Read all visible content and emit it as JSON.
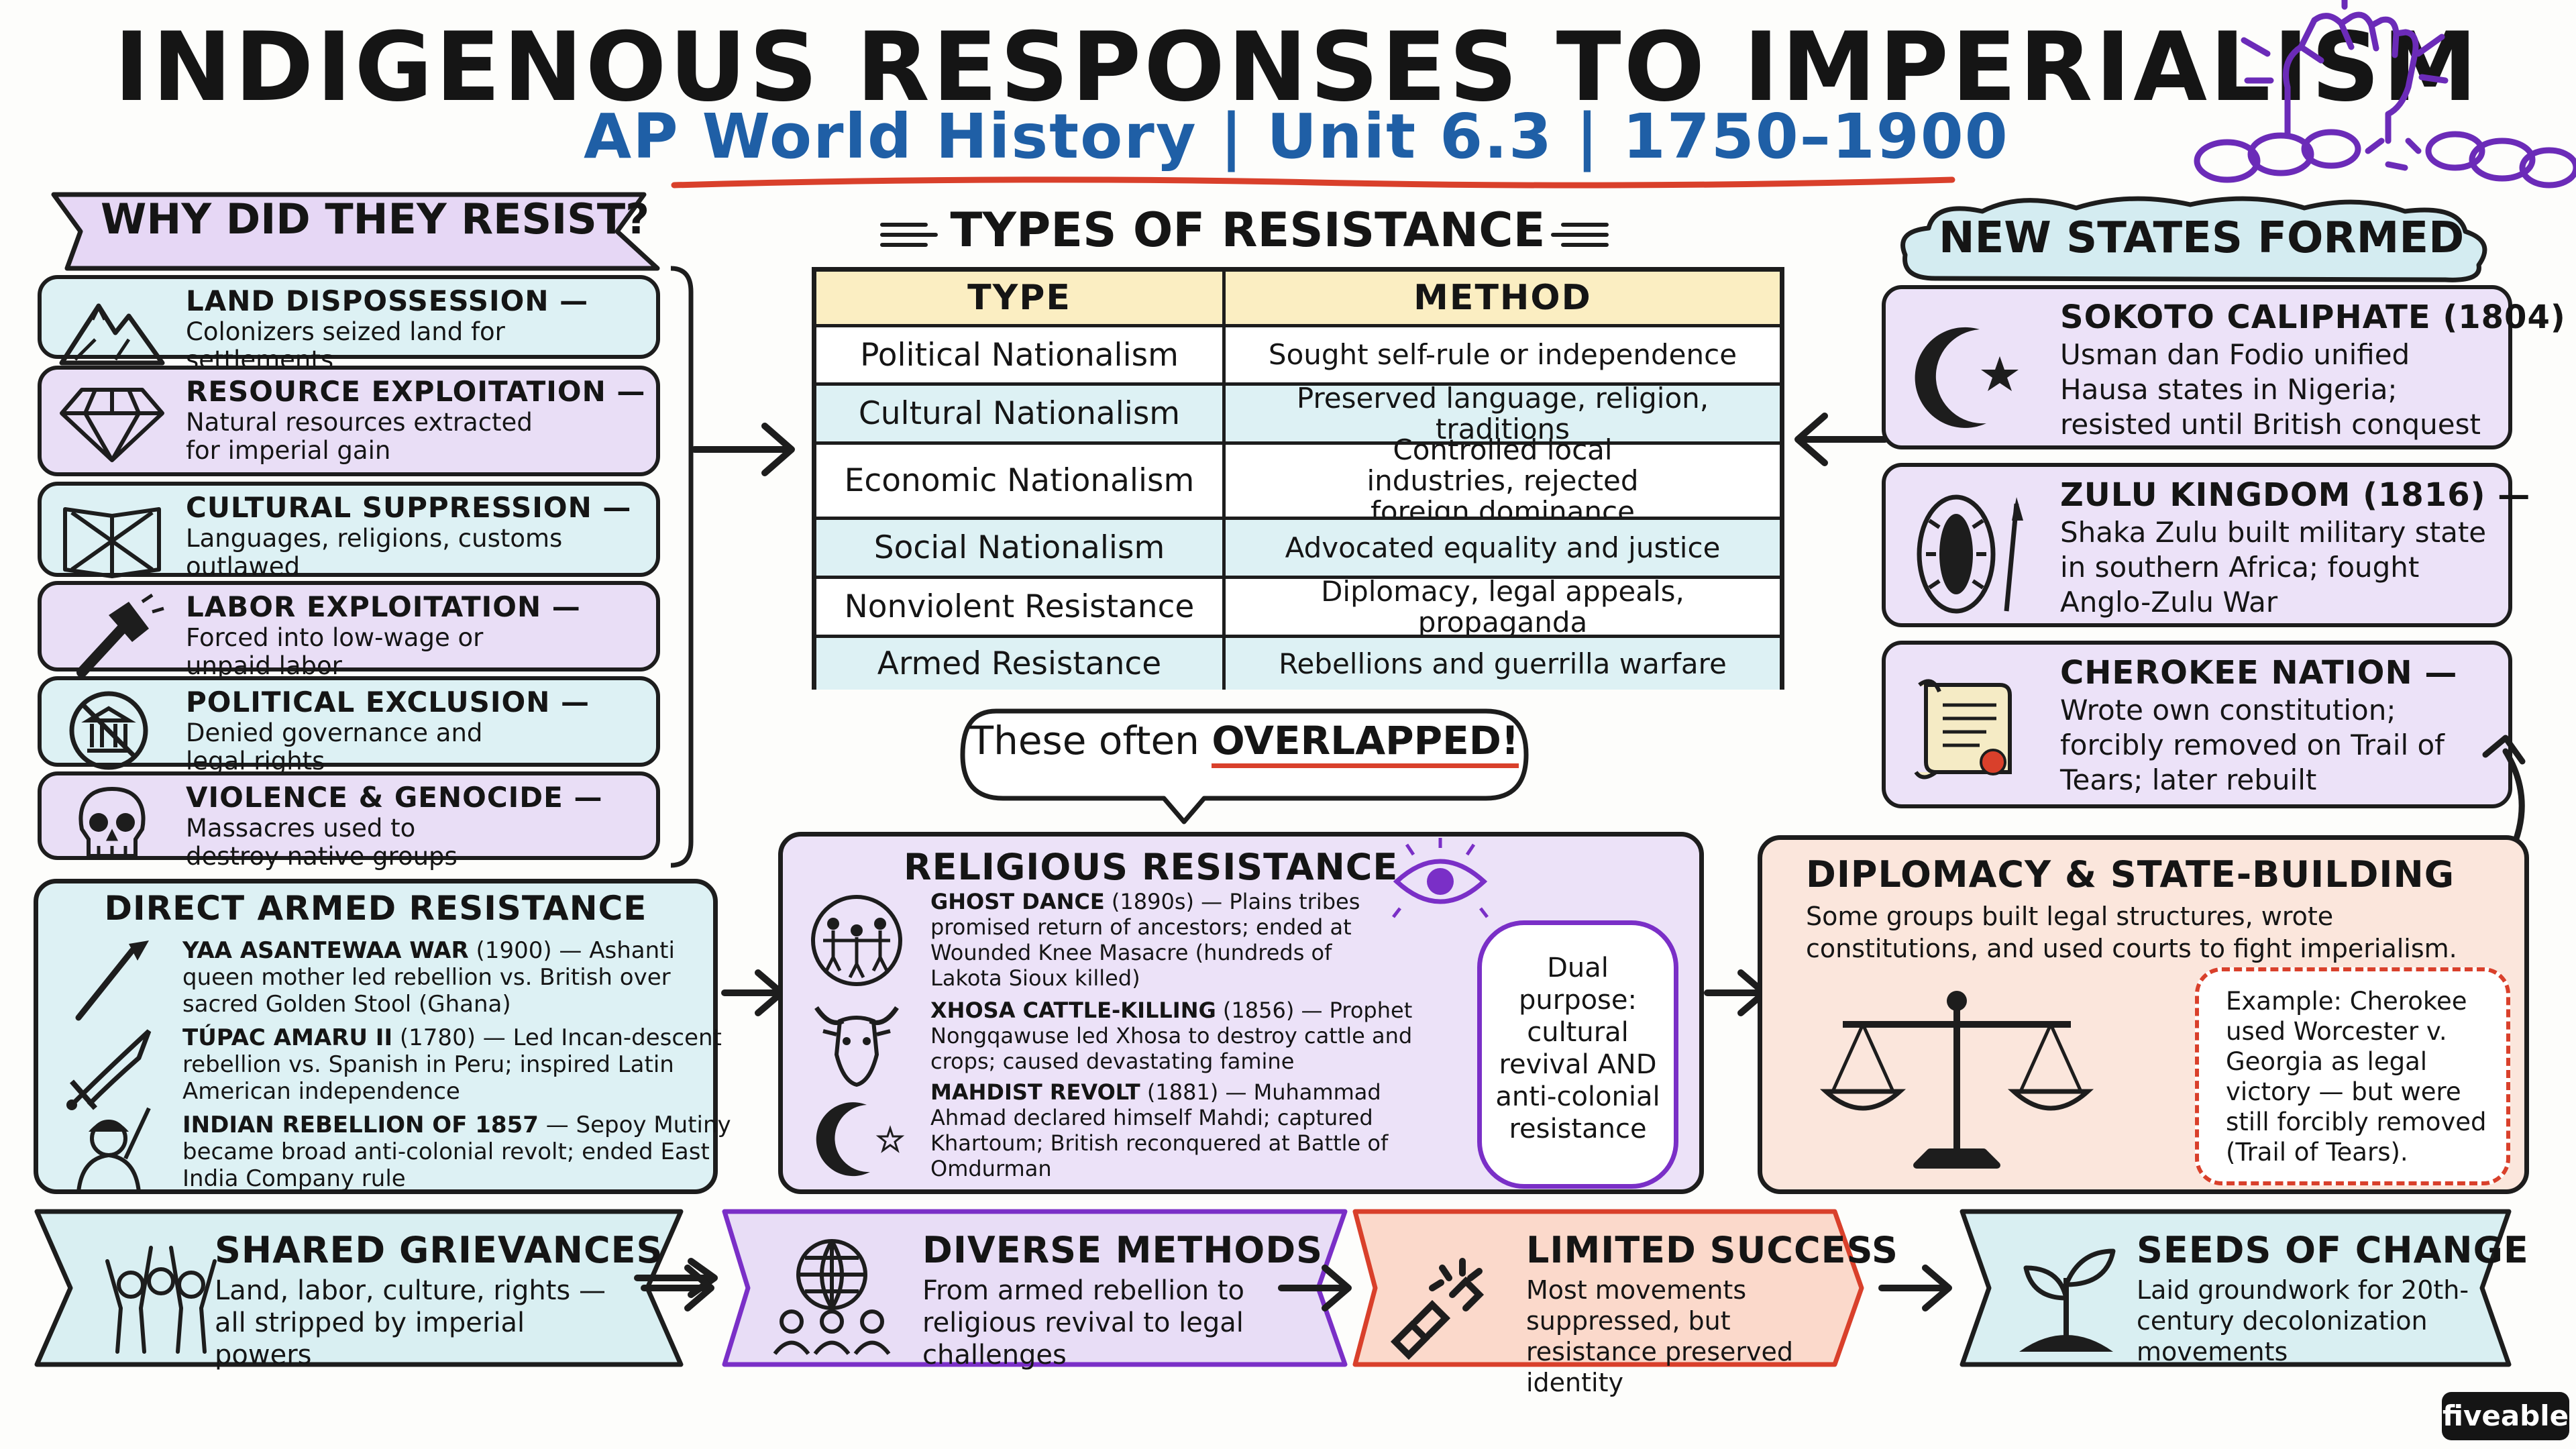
{
  "title": "INDIGENOUS RESPONSES TO IMPERIALISM",
  "subtitle": "AP World History | Unit 6.3 | 1750–1900",
  "why": {
    "heading": "WHY DID THEY RESIST?",
    "items": [
      {
        "title": "LAND DISPOSSESSION —",
        "desc": "Colonizers seized land for settlements",
        "icon": "mountain-icon"
      },
      {
        "title": "RESOURCE EXPLOITATION —",
        "desc": "Natural resources extracted for imperial gain",
        "icon": "diamond-icon"
      },
      {
        "title": "CULTURAL SUPPRESSION —",
        "desc": "Languages, religions, customs outlawed",
        "icon": "crossed-book-icon"
      },
      {
        "title": "LABOR EXPLOITATION —",
        "desc": "Forced into low-wage or unpaid labor",
        "icon": "hammer-icon"
      },
      {
        "title": "POLITICAL EXCLUSION —",
        "desc": "Denied governance and legal rights",
        "icon": "no-government-icon"
      },
      {
        "title": "VIOLENCE & GENOCIDE —",
        "desc": "Massacres used to destroy native groups",
        "icon": "skull-icon"
      }
    ]
  },
  "types": {
    "heading": "TYPES OF RESISTANCE",
    "col_type": "TYPE",
    "col_method": "METHOD",
    "rows": [
      {
        "type": "Political Nationalism",
        "method": "Sought self-rule or independence"
      },
      {
        "type": "Cultural Nationalism",
        "method": "Preserved language, religion, traditions"
      },
      {
        "type": "Economic Nationalism",
        "method": "Controlled local industries, rejected foreign dominance"
      },
      {
        "type": "Social Nationalism",
        "method": "Advocated equality and justice"
      },
      {
        "type": "Nonviolent Resistance",
        "method": "Diplomacy, legal appeals, propaganda"
      },
      {
        "type": "Armed Resistance",
        "method": "Rebellions and guerrilla warfare"
      }
    ],
    "overlap_prefix": "These often ",
    "overlap_emph": "OVERLAPPED!"
  },
  "states": {
    "heading": "NEW STATES FORMED",
    "items": [
      {
        "title": "SOKOTO CALIPHATE (1804) —",
        "desc": "Usman dan Fodio unified Hausa states in Nigeria; resisted until British conquest",
        "icon": "crescent-star-icon"
      },
      {
        "title": "ZULU KINGDOM (1816) —",
        "desc": "Shaka Zulu built military state in southern Africa; fought Anglo-Zulu War",
        "icon": "shield-spear-icon"
      },
      {
        "title": "CHEROKEE NATION —",
        "desc": "Wrote own constitution; forcibly removed on Trail of Tears; later rebuilt",
        "icon": "scroll-icon"
      }
    ]
  },
  "armed": {
    "heading": "DIRECT ARMED RESISTANCE",
    "items": [
      {
        "name": "YAA ASANTEWAA WAR",
        "year": "(1900)",
        "desc": " — Ashanti queen mother led rebellion vs. British over sacred Golden Stool (Ghana)"
      },
      {
        "name": "TÚPAC AMARU II",
        "year": "(1780)",
        "desc": " — Led Incan-descent rebellion vs. Spanish in Peru; inspired Latin American independence"
      },
      {
        "name": "INDIAN REBELLION OF 1857",
        "year": "",
        "desc": " — Sepoy Mutiny became broad anti-colonial revolt; ended East India Company rule"
      }
    ]
  },
  "religious": {
    "heading": "RELIGIOUS RESISTANCE",
    "items": [
      {
        "name": "GHOST DANCE",
        "year": "(1890s)",
        "desc": " — Plains tribes promised return of ancestors; ended at Wounded Knee Masacre (hundreds of Lakota Sioux killed)"
      },
      {
        "name": "XHOSA CATTLE-KILLING",
        "year": "(1856)",
        "desc": " — Prophet Nongqawuse led Xhosa to destroy cattle and crops; caused devastating famine"
      },
      {
        "name": "MAHDIST REVOLT",
        "year": "(1881)",
        "desc": " — Muhammad Ahmad declared himself Mahdi; captured Khartoum; British reconquered at Battle of Omdurman"
      }
    ],
    "dual": "Dual purpose: cultural revival AND anti-colonial resistance"
  },
  "diplomacy": {
    "heading": "DIPLOMACY & STATE-BUILDING",
    "desc": "Some groups built legal structures, wrote constitutions, and used courts to fight imperialism.",
    "example": "Example: Cherokee used Worcester v. Georgia as legal victory — but were still forcibly removed (Trail of Tears)."
  },
  "bottom": [
    {
      "title": "SHARED GRIEVANCES",
      "desc": "Land, labor, culture, rights — all stripped by imperial powers",
      "color": "#d9eff2"
    },
    {
      "title": "DIVERSE METHODS",
      "desc": "From armed rebellion to religious revival to legal challenges",
      "color": "#e8ddf6"
    },
    {
      "title": "LIMITED SUCCESS",
      "desc": "Most movements suppressed, but resistance preserved identity",
      "color": "#fbd9cb"
    },
    {
      "title": "SEEDS OF CHANGE",
      "desc": "Laid groundwork for 20th-century decolonization movements",
      "color": "#d9eff2"
    }
  ],
  "brand": "fiveable",
  "colors": {
    "lavender": "#e9def6",
    "cyan": "#ddf1f4",
    "peach": "#fbe6dc",
    "blue": "#1f5fa6",
    "red": "#d9402b",
    "purple": "#7a2fc7",
    "table_head": "#fbeec2"
  }
}
